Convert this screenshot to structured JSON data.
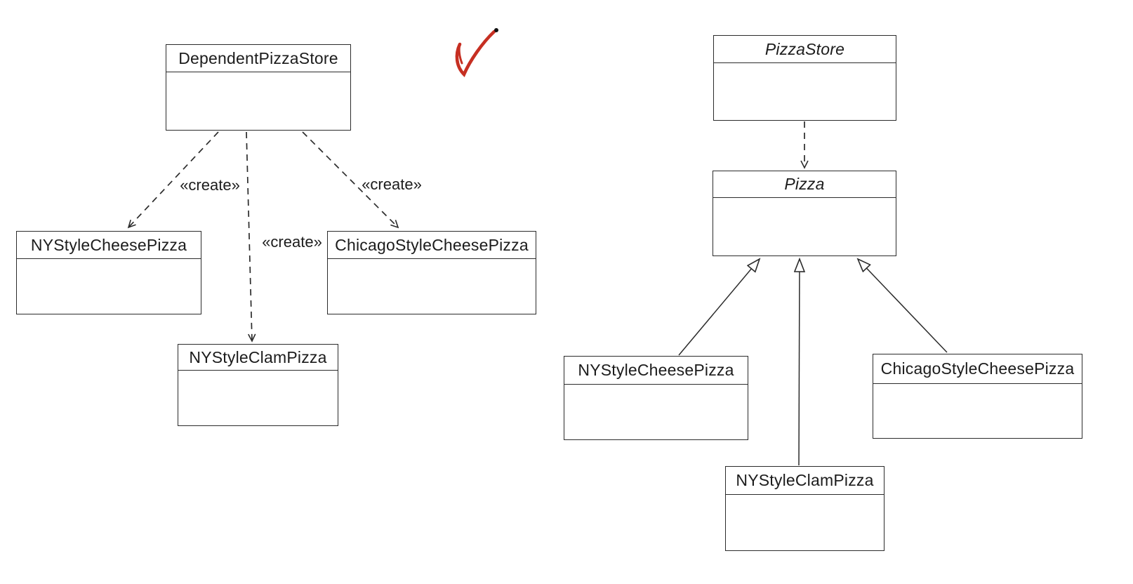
{
  "colors": {
    "background": "#ffffff",
    "line": "#2b2b2b",
    "text": "#1c1c1c",
    "annotation": "#c62f22"
  },
  "left_diagram": {
    "nodes": {
      "dependent_pizza_store": {
        "label": "DependentPizzaStore",
        "abstract": false
      },
      "ny_style_cheese_pizza": {
        "label": "NYStyleCheesePizza",
        "abstract": false
      },
      "chicago_style_cheese_pizza": {
        "label": "ChicagoStyleCheesePizza",
        "abstract": false
      },
      "ny_style_clam_pizza": {
        "label": "NYStyleClamPizza",
        "abstract": false
      }
    },
    "edges": [
      {
        "from": "dependent_pizza_store",
        "to": "ny_style_cheese_pizza",
        "type": "dependency",
        "style": "dashed",
        "label": "«create»"
      },
      {
        "from": "dependent_pizza_store",
        "to": "ny_style_clam_pizza",
        "type": "dependency",
        "style": "dashed",
        "label": "«create»"
      },
      {
        "from": "dependent_pizza_store",
        "to": "chicago_style_cheese_pizza",
        "type": "dependency",
        "style": "dashed",
        "label": "«create»"
      }
    ]
  },
  "right_diagram": {
    "nodes": {
      "pizza_store": {
        "label": "PizzaStore",
        "abstract": true
      },
      "pizza": {
        "label": "Pizza",
        "abstract": true
      },
      "ny_style_cheese_pizza": {
        "label": "NYStyleCheesePizza",
        "abstract": false
      },
      "chicago_style_cheese_pizza": {
        "label": "ChicagoStyleCheesePizza",
        "abstract": false
      },
      "ny_style_clam_pizza": {
        "label": "NYStyleClamPizza",
        "abstract": false
      }
    },
    "edges": [
      {
        "from": "pizza_store",
        "to": "pizza",
        "type": "dependency",
        "style": "dashed"
      },
      {
        "from": "ny_style_cheese_pizza",
        "to": "pizza",
        "type": "inheritance",
        "style": "solid"
      },
      {
        "from": "ny_style_clam_pizza",
        "to": "pizza",
        "type": "inheritance",
        "style": "solid"
      },
      {
        "from": "chicago_style_cheese_pizza",
        "to": "pizza",
        "type": "inheritance",
        "style": "solid"
      }
    ]
  },
  "annotations": {
    "checkmark": {
      "kind": "hand-drawn-check",
      "color": "#c62f22"
    }
  }
}
